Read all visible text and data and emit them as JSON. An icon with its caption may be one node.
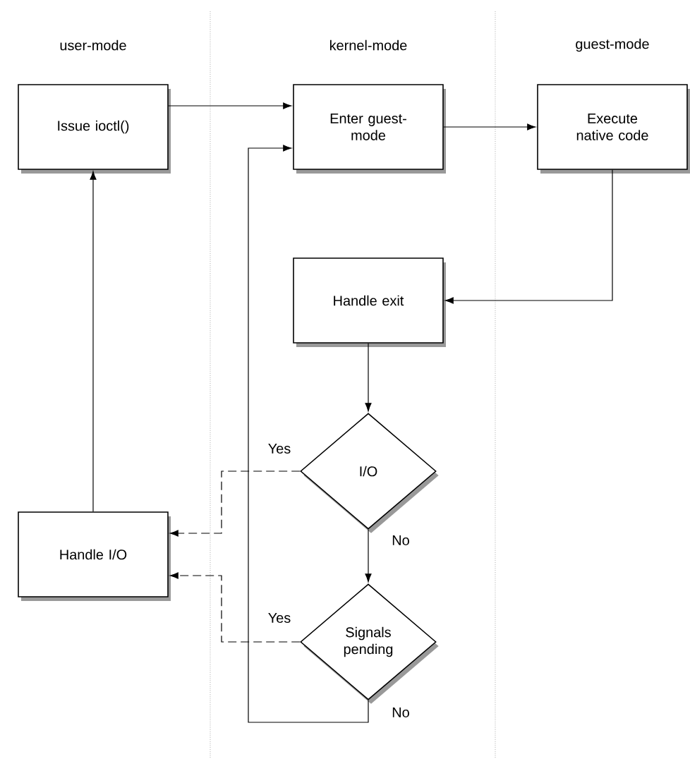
{
  "diagram": {
    "nodes": [
      {
        "text": [
          "Issue ioctl()"
        ]
      },
      {
        "text": [
          "Enter guest-mode"
        ]
      },
      {
        "text": [
          "Execute native code"
        ]
      },
      {
        "text": [
          "Handle exit"
        ]
      },
      {
        "text": [
          "I/O"
        ]
      },
      {
        "text": [
          "Handle I/O"
        ]
      },
      {
        "text": [
          "Signals pending"
        ]
      }
    ],
    "edges": [
      {
        "from": 0,
        "to": 1,
        "arrow": "to"
      },
      {
        "from": 1,
        "to": 2,
        "arrow": "to"
      },
      {
        "from": 2,
        "to": 3,
        "arrow": "to"
      },
      {
        "from": 3,
        "to": 4,
        "arrow": "to"
      },
      {
        "from": 4,
        "to": 5,
        "arrow": "to",
        "label": "Yes",
        "style": "dashed"
      },
      {
        "from": 4,
        "to": 6,
        "arrow": "to",
        "label": "No"
      },
      {
        "from": 6,
        "to": 5,
        "arrow": "to",
        "label": "Yes",
        "style": "dashed"
      },
      {
        "from": 6,
        "to": 1,
        "arrow": "to",
        "label": "No"
      },
      {
        "from": 5,
        "to": 0,
        "arrow": "to"
      }
    ],
    "labels": [
      "user-mode",
      "kernel-mode",
      "guest-mode"
    ]
  }
}
